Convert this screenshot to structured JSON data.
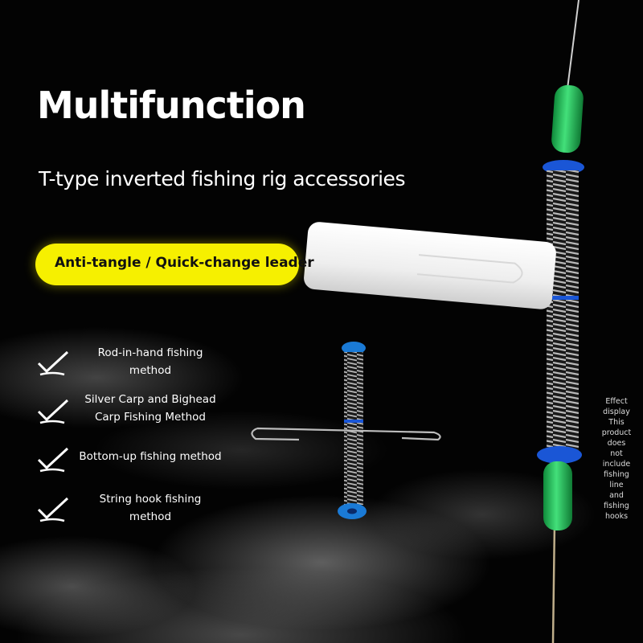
{
  "headline": "Multifunction",
  "subheadline": "T-type inverted fishing rig accessories",
  "badge": {
    "text": "Anti-tangle / Quick-change leader",
    "color": "#f6f000"
  },
  "methods": [
    {
      "line1": "Rod-in-hand fishing",
      "line2": "method"
    },
    {
      "line1": "Silver Carp and Bighead",
      "line2": "Carp Fishing Method"
    },
    {
      "line1": "Bottom-up fishing method",
      "line2": ""
    },
    {
      "line1": "String hook fishing",
      "line2": "method"
    }
  ],
  "disclaimer": "Effect display This product does not include fishing line and fishing hooks",
  "colors": {
    "bead_green": "#22c65a",
    "stopper_blue": "#1a56d6",
    "spring_gray": "#8a8a8a"
  }
}
